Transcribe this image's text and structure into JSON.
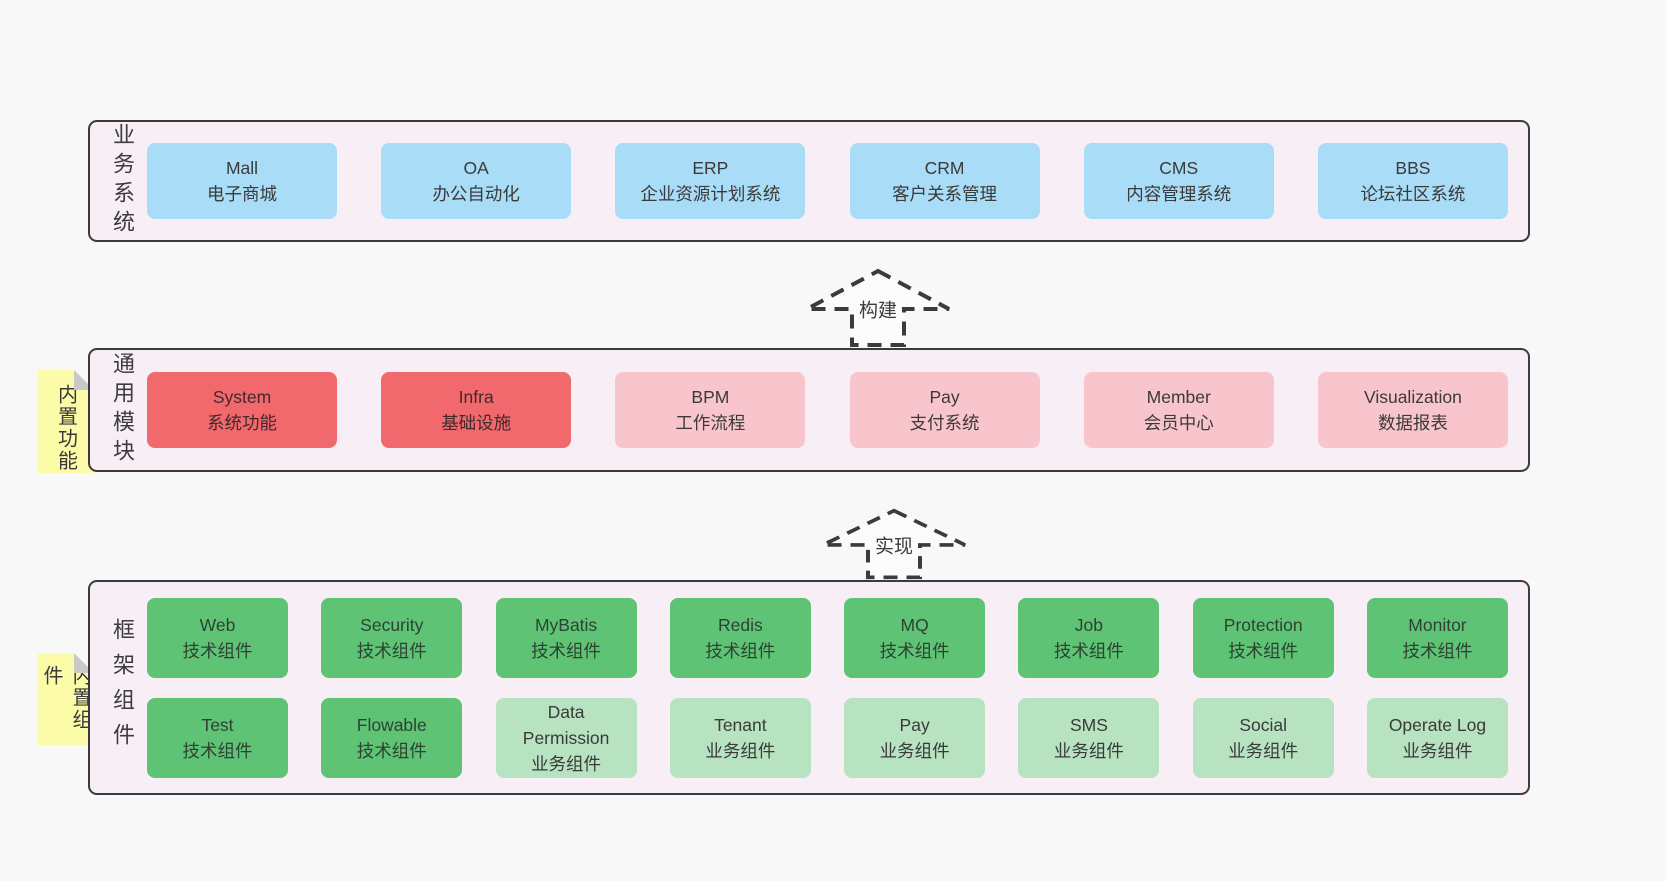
{
  "colors": {
    "background": "#f8f8f8",
    "container_fill": "#f8eff6",
    "container_border": "#3d3a3e",
    "blue_box": "#a9dcf6",
    "red_box": "#f1696d",
    "pink_box": "#f9c5cd",
    "green_box": "#5ec374",
    "green_light_box": "#b7e3c0",
    "sticky_note": "#fcfba8",
    "note_fold": "#c9c9ca",
    "arrow_stroke": "#3b3b3b"
  },
  "arrows": [
    {
      "label": "构建"
    },
    {
      "label": "实现"
    }
  ],
  "sections": [
    {
      "id": "business",
      "side_label": "业务系统",
      "rows": [
        [
          {
            "title": "Mall",
            "subtitle": "电子商城",
            "variant": "blue"
          },
          {
            "title": "OA",
            "subtitle": "办公自动化",
            "variant": "blue"
          },
          {
            "title": "ERP",
            "subtitle": "企业资源计划系统",
            "variant": "blue"
          },
          {
            "title": "CRM",
            "subtitle": "客户关系管理",
            "variant": "blue"
          },
          {
            "title": "CMS",
            "subtitle": "内容管理系统",
            "variant": "blue"
          },
          {
            "title": "BBS",
            "subtitle": "论坛社区系统",
            "variant": "blue"
          }
        ]
      ]
    },
    {
      "id": "modules",
      "side_label": "通用模块",
      "sticky_note": "内置功能",
      "rows": [
        [
          {
            "title": "System",
            "subtitle": "系统功能",
            "variant": "red"
          },
          {
            "title": "Infra",
            "subtitle": "基础设施",
            "variant": "red"
          },
          {
            "title": "BPM",
            "subtitle": "工作流程",
            "variant": "pink"
          },
          {
            "title": "Pay",
            "subtitle": "支付系统",
            "variant": "pink"
          },
          {
            "title": "Member",
            "subtitle": "会员中心",
            "variant": "pink"
          },
          {
            "title": "Visualization",
            "subtitle": "数据报表",
            "variant": "pink"
          }
        ]
      ]
    },
    {
      "id": "components",
      "side_label": "框架组件",
      "sticky_note": "内置组件",
      "rows": [
        [
          {
            "title": "Web",
            "subtitle": "技术组件",
            "variant": "green"
          },
          {
            "title": "Security",
            "subtitle": "技术组件",
            "variant": "green"
          },
          {
            "title": "MyBatis",
            "subtitle": "技术组件",
            "variant": "green"
          },
          {
            "title": "Redis",
            "subtitle": "技术组件",
            "variant": "green"
          },
          {
            "title": "MQ",
            "subtitle": "技术组件",
            "variant": "green"
          },
          {
            "title": "Job",
            "subtitle": "技术组件",
            "variant": "green"
          },
          {
            "title": "Protection",
            "subtitle": "技术组件",
            "variant": "green"
          },
          {
            "title": "Monitor",
            "subtitle": "技术组件",
            "variant": "green"
          }
        ],
        [
          {
            "title": "Test",
            "subtitle": "技术组件",
            "variant": "green"
          },
          {
            "title": "Flowable",
            "subtitle": "技术组件",
            "variant": "green"
          },
          {
            "title": "Data Permission",
            "subtitle": "业务组件",
            "variant": "green-light"
          },
          {
            "title": "Tenant",
            "subtitle": "业务组件",
            "variant": "green-light"
          },
          {
            "title": "Pay",
            "subtitle": "业务组件",
            "variant": "green-light"
          },
          {
            "title": "SMS",
            "subtitle": "业务组件",
            "variant": "green-light"
          },
          {
            "title": "Social",
            "subtitle": "业务组件",
            "variant": "green-light"
          },
          {
            "title": "Operate Log",
            "subtitle": "业务组件",
            "variant": "green-light"
          }
        ]
      ]
    }
  ]
}
